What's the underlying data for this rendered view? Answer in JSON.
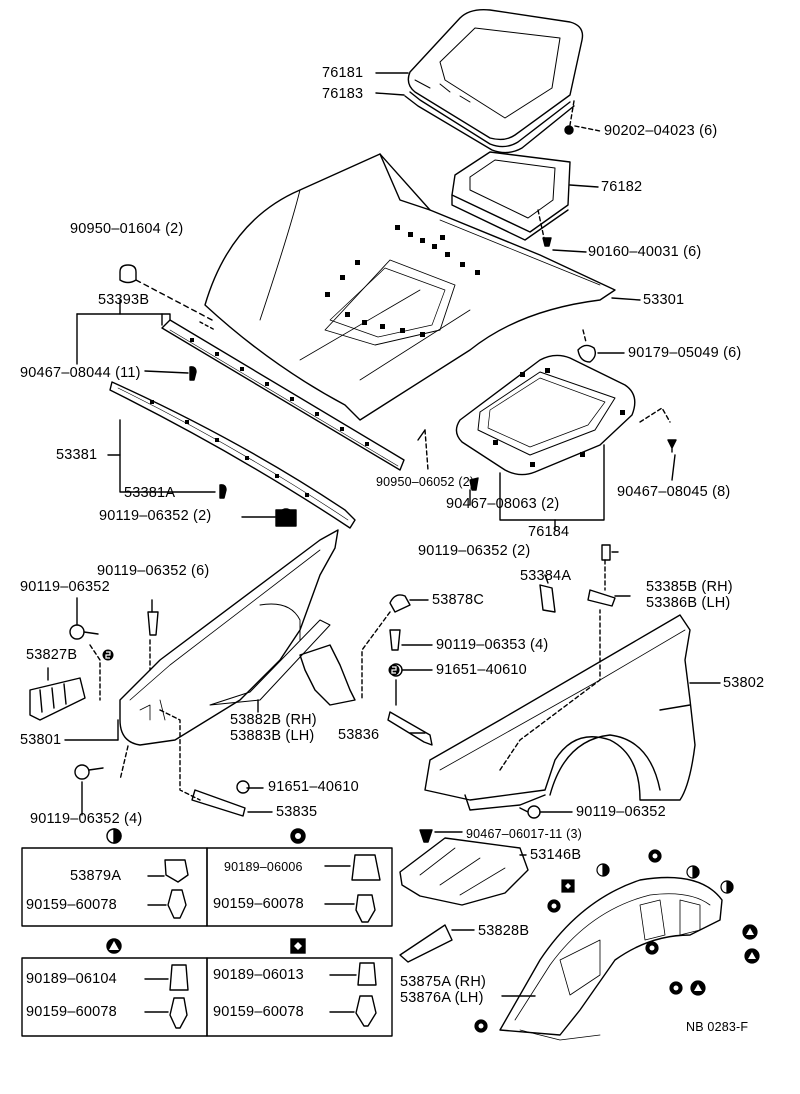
{
  "diagram": {
    "ref_code": "NB 0283-F",
    "callouts": {
      "p76181": "76181",
      "p76183": "76183",
      "p90202": "90202–04023 (6)",
      "p76182": "76182",
      "p90950_01604": "90950–01604 (2)",
      "p90160": "90160–40031 (6)",
      "p53393B": "53393B",
      "p53301": "53301",
      "p90467_08044": "90467–08044 (11)",
      "p90179": "90179–05049 (6)",
      "p53381": "53381",
      "p90950_06052": "90950–06052 (2)",
      "p53381A": "53381A",
      "p90467_08063": "90467–08063 (2)",
      "p90467_08045": "90467–08045 (8)",
      "p90119_a": "90119–06352 (2)",
      "p76184": "76184",
      "p90119_b": "90119–06352 (2)",
      "p90119_c": "90119–06352 (6)",
      "p90119_d": "90119–06352",
      "p53384A": "53384A",
      "p53385B": "53385B (RH)",
      "p53386B": "53386B (LH)",
      "p53878C": "53878C",
      "p53827B": "53827B",
      "p90119_06353": "90119–06353 (4)",
      "p91651_a": "91651–40610",
      "p53802": "53802",
      "p53882B": "53882B (RH)",
      "p53883B": "53883B (LH)",
      "p53836": "53836",
      "p53801": "53801",
      "p91651_b": "91651–40610",
      "p53835": "53835",
      "p90119_e": "90119–06352 (4)",
      "p90119_f": "90119–06352",
      "p90467_06017": "90467–06017-11 (3)",
      "p53146B": "53146B",
      "p53828B": "53828B",
      "p53875A": "53875A (RH)",
      "p53876A": "53876A (LH)"
    },
    "legend_boxes": [
      {
        "symbol": "half-circle",
        "top_part": "53879A",
        "bottom_part": "90159–60078"
      },
      {
        "symbol": "circle-dot",
        "top_part": "90189–06006",
        "bottom_part": "90159–60078"
      },
      {
        "symbol": "triangle",
        "top_part": "90189–06104",
        "bottom_part": "90159–60078"
      },
      {
        "symbol": "square-diamond",
        "top_part": "90189–06013",
        "bottom_part": "90159–60078"
      }
    ],
    "colors": {
      "ink": "#000000",
      "paper": "#ffffff"
    }
  }
}
